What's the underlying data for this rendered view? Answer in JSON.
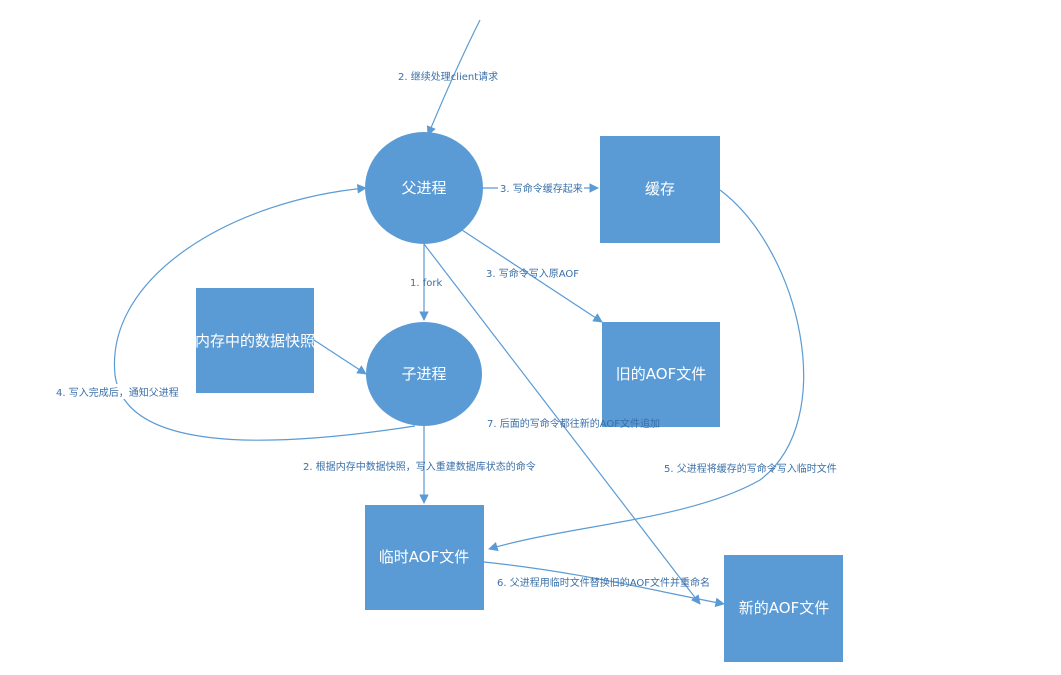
{
  "colors": {
    "node_fill": "#5b9bd5",
    "node_text": "#ffffff",
    "edge_line": "#5b9bd5",
    "edge_label": "#3a6fa8",
    "background": "#ffffff"
  },
  "nodes": {
    "parent_process": {
      "label": "父进程",
      "shape": "ellipse"
    },
    "child_process": {
      "label": "子进程",
      "shape": "ellipse"
    },
    "cache": {
      "label": "缓存",
      "shape": "rectangle"
    },
    "old_aof": {
      "label": "旧的AOF文件",
      "shape": "rectangle"
    },
    "memory_snapshot": {
      "label": "内存中的数据快照",
      "shape": "rectangle"
    },
    "temp_aof": {
      "label": "临时AOF文件",
      "shape": "rectangle"
    },
    "new_aof": {
      "label": "新的AOF文件",
      "shape": "rectangle"
    }
  },
  "edges": {
    "client_requests": {
      "label": "2. 继续处理client请求"
    },
    "cache_commands": {
      "label": "3. 写命令缓存起来"
    },
    "fork": {
      "label": "1. fork"
    },
    "write_old_aof": {
      "label": "3. 写命令写入原AOF"
    },
    "notify_parent": {
      "label": "4. 写入完成后，通知父进程"
    },
    "append_new_aof": {
      "label": "7. 后面的写命令都往新的AOF文件追加"
    },
    "write_rebuild_commands": {
      "label": "2. 根据内存中数据快照，写入重建数据库状态的命令"
    },
    "cache_to_temp": {
      "label": "5. 父进程将缓存的写命令写入临时文件"
    },
    "replace_aof": {
      "label": "6. 父进程用临时文件替换旧的AOF文件并重命名"
    }
  }
}
